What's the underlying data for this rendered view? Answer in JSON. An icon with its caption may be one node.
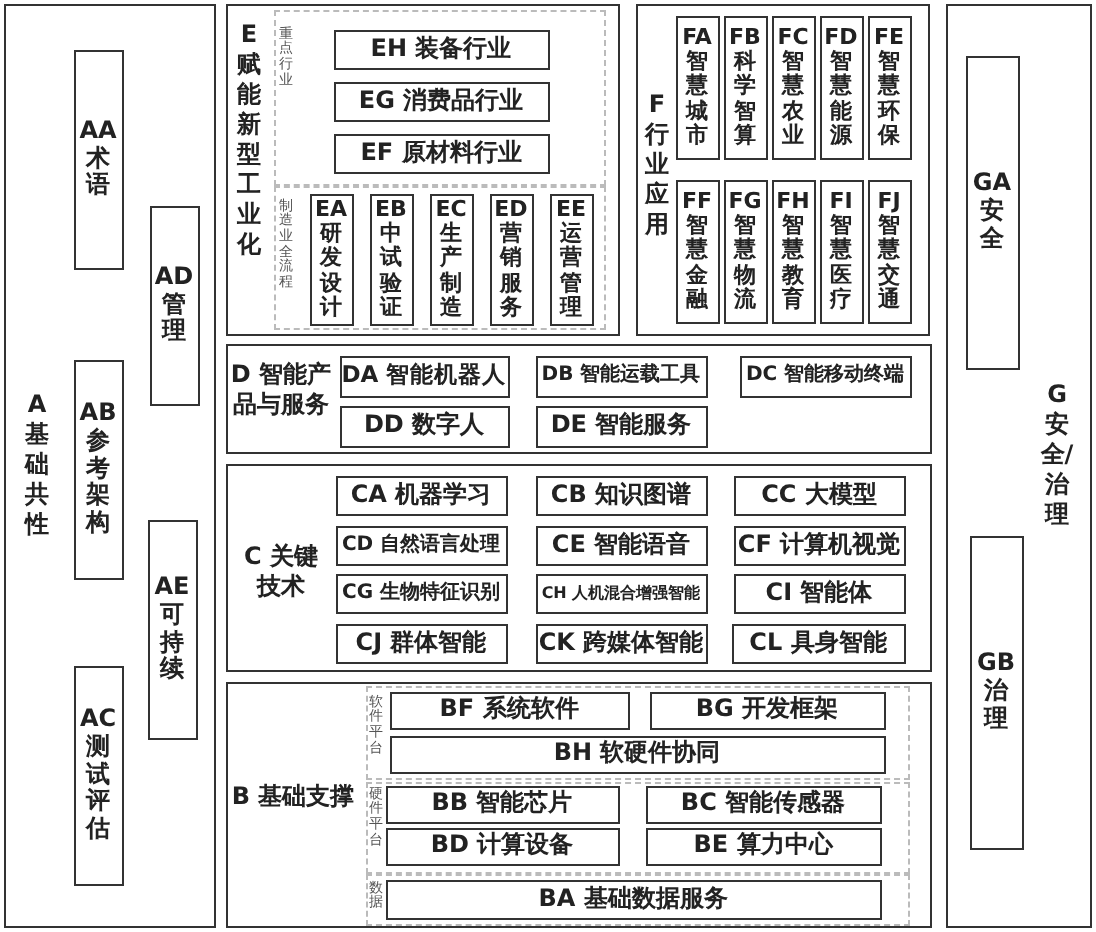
{
  "diagram": {
    "nodes": [
      {
        "text": [
          "A 基础共性"
        ]
      },
      {
        "text": [
          "AA 术语"
        ],
        "in": 0
      },
      {
        "text": [
          "AB 参考架构"
        ],
        "in": 0
      },
      {
        "text": [
          "AC 测试评估"
        ],
        "in": 0
      },
      {
        "text": [
          "AD 管理"
        ],
        "in": 0
      },
      {
        "text": [
          "AE 可持续"
        ],
        "in": 0
      },
      {
        "text": [
          "E 赋能新型工业化"
        ]
      },
      {
        "text": [
          "重点行业"
        ],
        "in": 6
      },
      {
        "text": [
          "EH 装备行业"
        ],
        "in": 7
      },
      {
        "text": [
          "EG 消费品行业"
        ],
        "in": 7
      },
      {
        "text": [
          "EF 原材料行业"
        ],
        "in": 7
      },
      {
        "text": [
          "制造业全流程"
        ],
        "in": 6
      },
      {
        "text": [
          "EA 研发设计"
        ],
        "in": 11
      },
      {
        "text": [
          "EB 中试验证"
        ],
        "in": 11
      },
      {
        "text": [
          "EC 生产制造"
        ],
        "in": 11
      },
      {
        "text": [
          "ED 营销服务"
        ],
        "in": 11
      },
      {
        "text": [
          "EE 运营管理"
        ],
        "in": 11
      },
      {
        "text": [
          "F 行业应用"
        ]
      },
      {
        "text": [
          "FA 智慧城市"
        ],
        "in": 17
      },
      {
        "text": [
          "FB 科学智算"
        ],
        "in": 17
      },
      {
        "text": [
          "FC 智慧农业"
        ],
        "in": 17
      },
      {
        "text": [
          "FD 智慧能源"
        ],
        "in": 17
      },
      {
        "text": [
          "FE 智慧环保"
        ],
        "in": 17
      },
      {
        "text": [
          "FF 智慧金融"
        ],
        "in": 17
      },
      {
        "text": [
          "FG 智慧物流"
        ],
        "in": 17
      },
      {
        "text": [
          "FH 智慧教育"
        ],
        "in": 17
      },
      {
        "text": [
          "FI 智慧医疗"
        ],
        "in": 17
      },
      {
        "text": [
          "FJ 智慧交通"
        ],
        "in": 17
      },
      {
        "text": [
          "G 安全/治理"
        ]
      },
      {
        "text": [
          "GA 安全"
        ],
        "in": 28
      },
      {
        "text": [
          "GB 治理"
        ],
        "in": 28
      },
      {
        "text": [
          "D 智能产品与服务"
        ]
      },
      {
        "text": [
          "DA 智能机器人"
        ],
        "in": 31
      },
      {
        "text": [
          "DB 智能运载工具"
        ],
        "in": 31
      },
      {
        "text": [
          "DC 智能移动终端"
        ],
        "in": 31
      },
      {
        "text": [
          "DD 数字人"
        ],
        "in": 31
      },
      {
        "text": [
          "DE 智能服务"
        ],
        "in": 31
      },
      {
        "text": [
          "C 关键技术"
        ]
      },
      {
        "text": [
          "CA 机器学习"
        ],
        "in": 37
      },
      {
        "text": [
          "CB 知识图谱"
        ],
        "in": 37
      },
      {
        "text": [
          "CC 大模型"
        ],
        "in": 37
      },
      {
        "text": [
          "CD 自然语言处理"
        ],
        "in": 37
      },
      {
        "text": [
          "CE 智能语音"
        ],
        "in": 37
      },
      {
        "text": [
          "CF 计算机视觉"
        ],
        "in": 37
      },
      {
        "text": [
          "CG 生物特征识别"
        ],
        "in": 37
      },
      {
        "text": [
          "CH 人机混合增强智能"
        ],
        "in": 37
      },
      {
        "text": [
          "CI 智能体"
        ],
        "in": 37
      },
      {
        "text": [
          "CJ 群体智能"
        ],
        "in": 37
      },
      {
        "text": [
          "CK 跨媒体智能"
        ],
        "in": 37
      },
      {
        "text": [
          "CL 具身智能"
        ],
        "in": 37
      },
      {
        "text": [
          "B 基础支撑"
        ]
      },
      {
        "text": [
          "软件平台"
        ],
        "in": 50
      },
      {
        "text": [
          "BF 系统软件"
        ],
        "in": 51
      },
      {
        "text": [
          "BG 开发框架"
        ],
        "in": 51
      },
      {
        "text": [
          "BH 软硬件协同"
        ],
        "in": 51
      },
      {
        "text": [
          "硬件平台"
        ],
        "in": 50
      },
      {
        "text": [
          "BB 智能芯片"
        ],
        "in": 55
      },
      {
        "text": [
          "BC 智能传感器"
        ],
        "in": 55
      },
      {
        "text": [
          "BD 计算设备"
        ],
        "in": 55
      },
      {
        "text": [
          "BE 算力中心"
        ],
        "in": 55
      },
      {
        "text": [
          "数据"
        ],
        "in": 50
      },
      {
        "text": [
          "BA 基础数据服务"
        ],
        "in": 60
      }
    ]
  }
}
